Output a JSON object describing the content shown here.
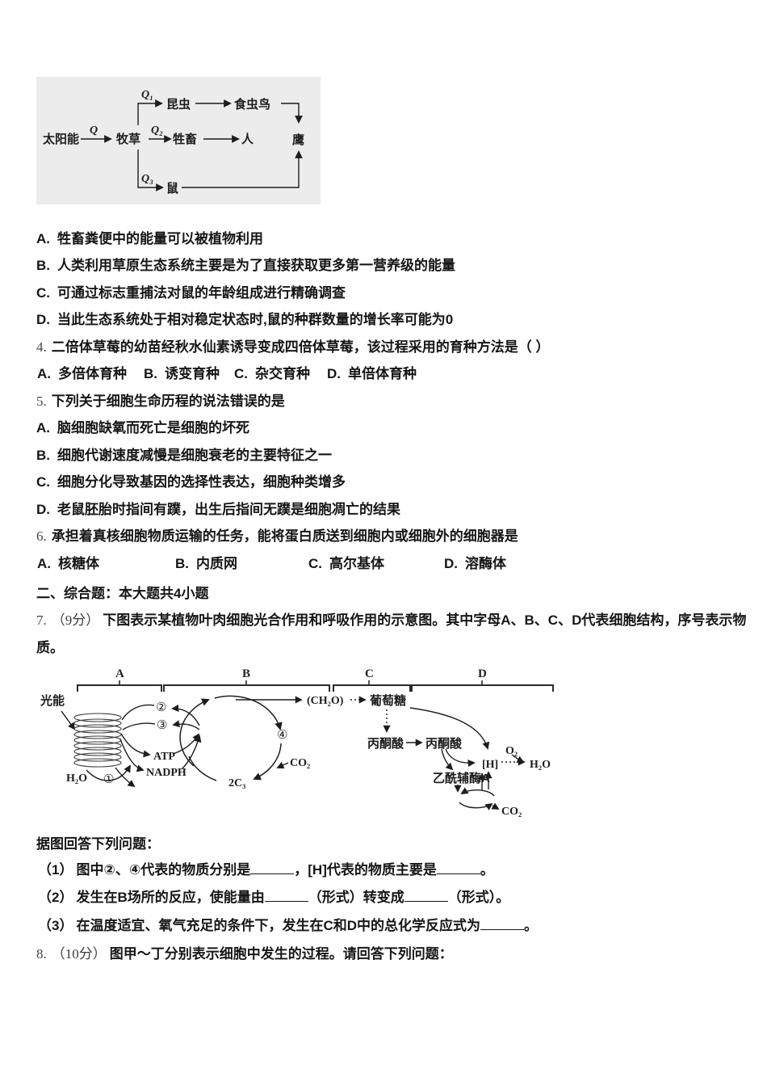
{
  "food_web": {
    "sun": "太阳能",
    "grass": "牧草",
    "insect": "昆虫",
    "insect_bird": "食虫鸟",
    "livestock": "牲畜",
    "human": "人",
    "mouse": "鼠",
    "hawk": "鹰",
    "q": "Q",
    "q1": "Q₁",
    "q2": "Q₂",
    "q3": "Q₃"
  },
  "mcq_top": {
    "options": [
      {
        "letter": "A.",
        "text": "牲畜粪便中的能量可以被植物利用"
      },
      {
        "letter": "B.",
        "text": "人类利用草原生态系统主要是为了直接获取更多第一营养级的能量"
      },
      {
        "letter": "C.",
        "text": "可通过标志重捕法对鼠的年龄组成进行精确调查"
      },
      {
        "letter": "D.",
        "text": "当此生态系统处于相对稳定状态时,鼠的种群数量的增长率可能为0"
      }
    ]
  },
  "q4": {
    "num": "4.",
    "stem": "二倍体草莓的幼苗经秋水仙素诱导变成四倍体草莓，该过程采用的育种方法是（ ）",
    "options": [
      {
        "letter": "A.",
        "text": "多倍体育种"
      },
      {
        "letter": "B.",
        "text": "诱变育种"
      },
      {
        "letter": "C.",
        "text": "杂交育种"
      },
      {
        "letter": "D.",
        "text": "单倍体育种"
      }
    ]
  },
  "q5": {
    "num": "5.",
    "stem": "下列关于细胞生命历程的说法错误的是",
    "options": [
      {
        "letter": "A.",
        "text": "脑细胞缺氧而死亡是细胞的坏死"
      },
      {
        "letter": "B.",
        "text": "细胞代谢速度减慢是细胞衰老的主要特征之一"
      },
      {
        "letter": "C.",
        "text": "细胞分化导致基因的选择性表达，细胞种类增多"
      },
      {
        "letter": "D.",
        "text": "老鼠胚胎时指间有蹼，出生后指间无蹼是细胞凋亡的结果"
      }
    ]
  },
  "q6": {
    "num": "6.",
    "stem": "承担着真核细胞物质运输的任务，能将蛋白质送到细胞内或细胞外的细胞器是",
    "options": [
      {
        "letter": "A.",
        "text": "核糖体"
      },
      {
        "letter": "B.",
        "text": "内质网"
      },
      {
        "letter": "C.",
        "text": "高尔基体"
      },
      {
        "letter": "D.",
        "text": "溶酶体"
      }
    ]
  },
  "section2": "二、综合题：本大题共4小题",
  "q7": {
    "num": "7.",
    "score": "（9分）",
    "stem_l1": "下图表示某植物叶肉细胞光合作用和呼吸作用的示意图。其中字母A、B、C、D代表细胞结构，序号表示物",
    "stem_l2": "质。",
    "prompt": "据图回答下列问题：",
    "sub1": {
      "marker": "（1）",
      "p1": "图中②、④代表的物质分别是",
      "p2": "，[H]代表的物质主要是",
      "p3": "。"
    },
    "sub2": {
      "marker": "（2）",
      "p1": "发生在B场所的反应，使能量由",
      "p2": "（形式）转变成",
      "p3": "（形式）。"
    },
    "sub3": {
      "marker": "（3）",
      "p1": "在温度适宜、氧气充足的条件下，发生在C和D中的总化学反应式为",
      "p2": "。"
    },
    "diagram": {
      "bracket_a": "A",
      "bracket_b": "B",
      "bracket_c": "C",
      "bracket_d": "D",
      "light": "光能",
      "water_in": "H₂O",
      "n1": "①",
      "n2": "②",
      "n3": "③",
      "n4": "④",
      "atp": "ATP",
      "nadph": "NADPH",
      "c3": "2C₃",
      "co2_in": "CO₂",
      "ch2o": "(CH₂O)",
      "glucose": "葡萄糖",
      "pyruvate1": "丙酮酸",
      "pyruvate2": "丙酮酸",
      "acetyl": "乙酰辅酶A",
      "h": "[H]",
      "o2": "O₂",
      "water_out": "H₂O",
      "co2_out": "CO₂"
    }
  },
  "q8": {
    "num": "8.",
    "score": "（10分）",
    "stem": "图甲～丁分别表示细胞中发生的过程。请回答下列问题："
  }
}
